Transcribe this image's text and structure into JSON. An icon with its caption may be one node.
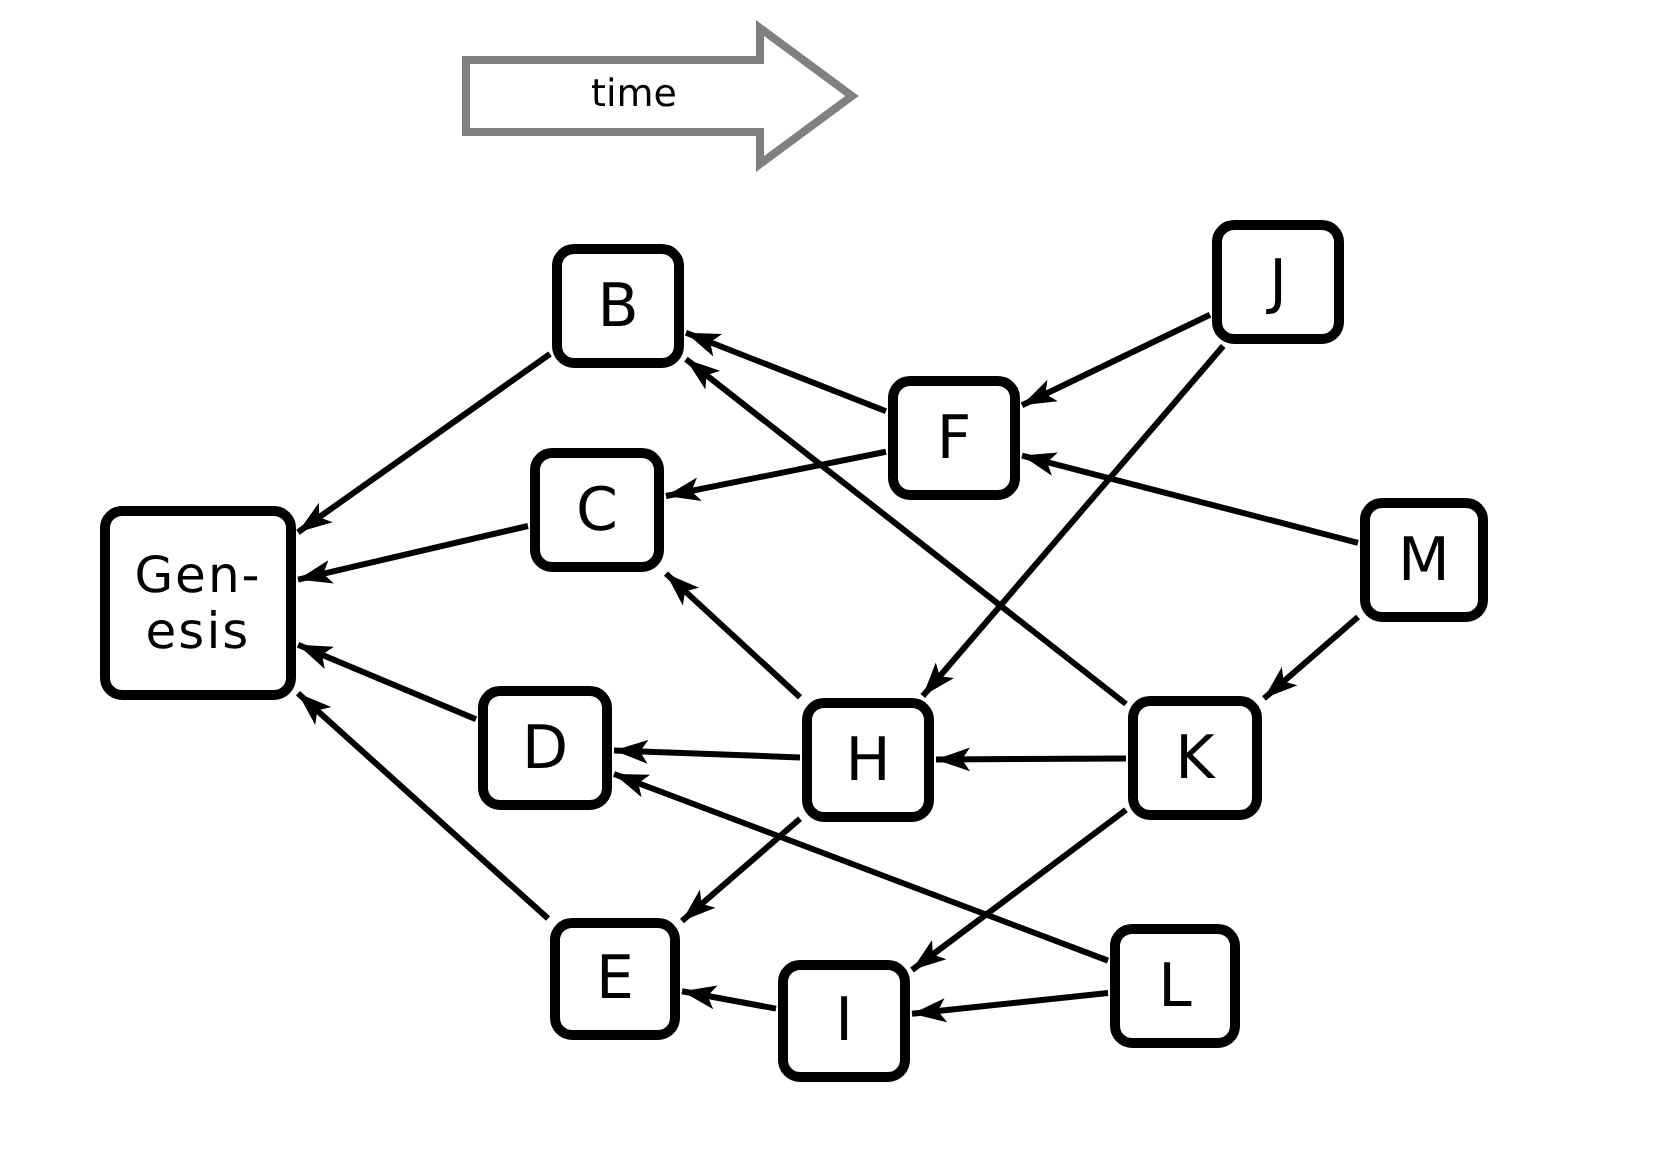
{
  "diagram": {
    "nodes": [
      {
        "text": [
          "Gen- esis"
        ]
      },
      {
        "text": [
          "B"
        ]
      },
      {
        "text": [
          "C"
        ]
      },
      {
        "text": [
          "D"
        ]
      },
      {
        "text": [
          "E"
        ]
      },
      {
        "text": [
          "F"
        ]
      },
      {
        "text": [
          "H"
        ]
      },
      {
        "text": [
          "I"
        ]
      },
      {
        "text": [
          "J"
        ]
      },
      {
        "text": [
          "K"
        ]
      },
      {
        "text": [
          "L"
        ]
      },
      {
        "text": [
          "M"
        ]
      }
    ],
    "edges": [
      {
        "from": 1,
        "to": 0,
        "arrow": "to"
      },
      {
        "from": 2,
        "to": 0,
        "arrow": "to"
      },
      {
        "from": 3,
        "to": 0,
        "arrow": "to"
      },
      {
        "from": 4,
        "to": 0,
        "arrow": "to"
      },
      {
        "from": 5,
        "to": 1,
        "arrow": "to"
      },
      {
        "from": 5,
        "to": 2,
        "arrow": "to"
      },
      {
        "from": 8,
        "to": 5,
        "arrow": "to"
      },
      {
        "from": 8,
        "to": 6,
        "arrow": "to"
      },
      {
        "from": 11,
        "to": 5,
        "arrow": "to"
      },
      {
        "from": 11,
        "to": 9,
        "arrow": "to"
      },
      {
        "from": 9,
        "to": 1,
        "arrow": "to"
      },
      {
        "from": 9,
        "to": 6,
        "arrow": "to"
      },
      {
        "from": 9,
        "to": 7,
        "arrow": "to"
      },
      {
        "from": 6,
        "to": 3,
        "arrow": "to"
      },
      {
        "from": 6,
        "to": 2,
        "arrow": "to"
      },
      {
        "from": 6,
        "to": 4,
        "arrow": "to"
      },
      {
        "from": 10,
        "to": 3,
        "arrow": "to"
      },
      {
        "from": 10,
        "to": 7,
        "arrow": "to"
      },
      {
        "from": 7,
        "to": 4,
        "arrow": "to"
      }
    ],
    "labels": [
      "time"
    ]
  }
}
